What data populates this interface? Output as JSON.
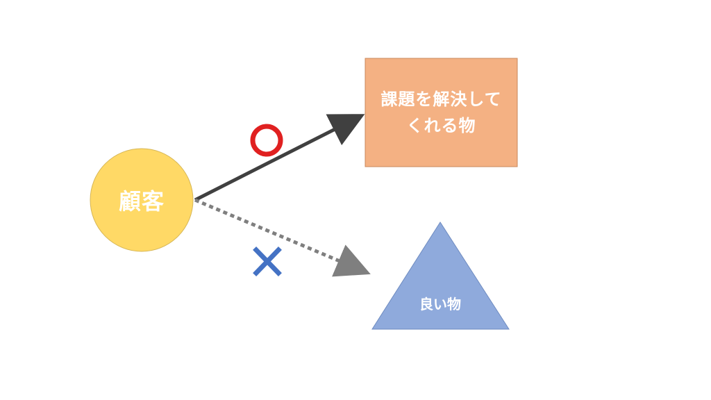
{
  "nodes": {
    "customer": "顧客",
    "solution": "課題を解決してくれる物",
    "good_thing": "良い物"
  },
  "marks": {
    "correct": "circle-mark",
    "wrong": "cross-mark"
  },
  "colors": {
    "customer_fill": "#FFD966",
    "customer_stroke": "#D6B656",
    "solution_fill": "#F4B183",
    "solution_stroke": "#C9875B",
    "good_thing_fill": "#8FAADC",
    "good_thing_stroke": "#6E8BC0",
    "solid_arrow": "#404040",
    "dotted_arrow": "#7F7F7F",
    "circle_mark": "#E02020",
    "cross_mark": "#4472C4"
  }
}
